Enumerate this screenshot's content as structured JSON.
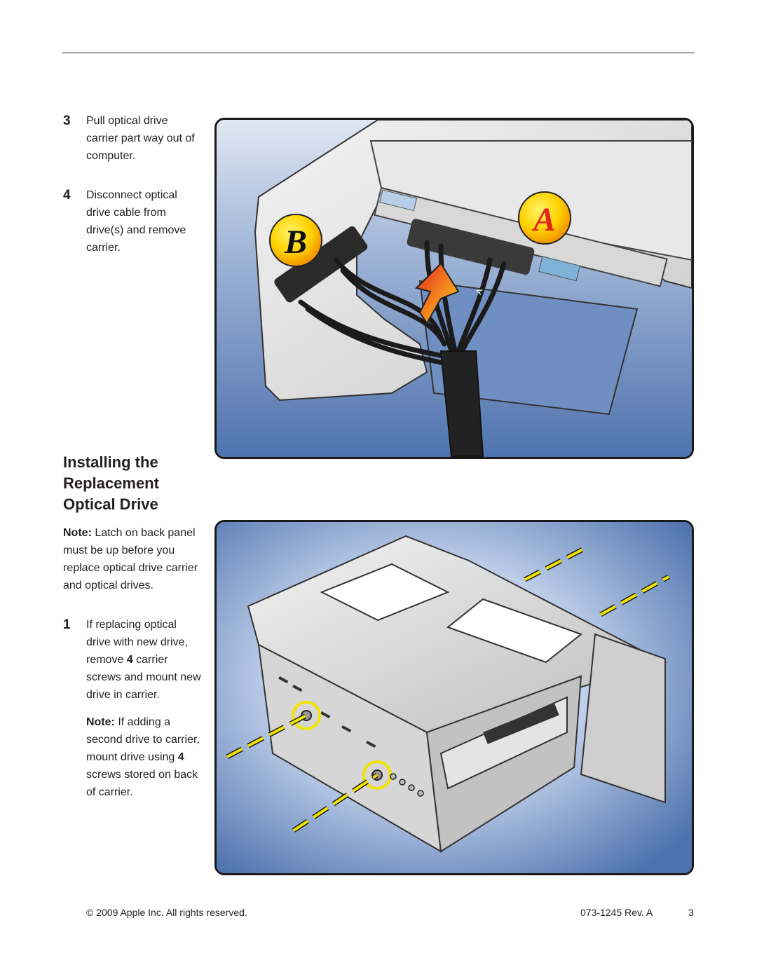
{
  "steps_top": [
    {
      "num": "3",
      "text": "Pull optical drive carrier part way out of computer."
    },
    {
      "num": "4",
      "text": "Disconnect optical drive cable from drive(s) and remove carrier."
    }
  ],
  "figure1": {
    "callout_a": "A",
    "callout_b": "B",
    "cable_label": "A"
  },
  "section_heading": {
    "line1": "Installing the",
    "line2": "Replacement",
    "line3": "Optical Drive"
  },
  "note1": {
    "label": "Note:",
    "text": " Latch on back panel must be up before you replace optical drive carrier and optical drives."
  },
  "step1": {
    "num": "1",
    "text_before": "If replacing optical drive with new drive, remove ",
    "count": "4",
    "text_after": " carrier screws and mount new drive in carrier."
  },
  "note2": {
    "label": "Note:",
    "text_before": " If adding a second drive to carrier, mount drive using ",
    "count": "4",
    "text_after": " screws stored on back of carrier."
  },
  "footer": {
    "copyright": "© 2009 Apple Inc. All rights reserved.",
    "doc_number": "073-1245 Rev. A",
    "page": "3"
  },
  "colors": {
    "callout_yellow": "#ffd200",
    "callout_red": "#e2261c",
    "bg_blue": "#5a7fb8",
    "screw_ring": "#f2e400"
  }
}
